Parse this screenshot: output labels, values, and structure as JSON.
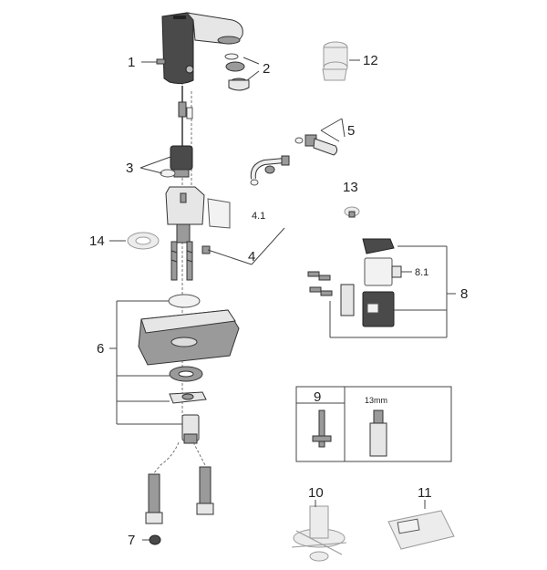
{
  "diagram": {
    "callouts": {
      "c1": "1",
      "c2": "2",
      "c3": "3",
      "c4": "4",
      "c4_1": "4.1",
      "c5": "5",
      "c6": "6",
      "c7": "7",
      "c8": "8",
      "c8_1": "8.1",
      "c9": "9",
      "c10": "10",
      "c11": "11",
      "c12": "12",
      "c13": "13",
      "c14": "14"
    },
    "tool_box": {
      "size_label": "13mm"
    }
  }
}
